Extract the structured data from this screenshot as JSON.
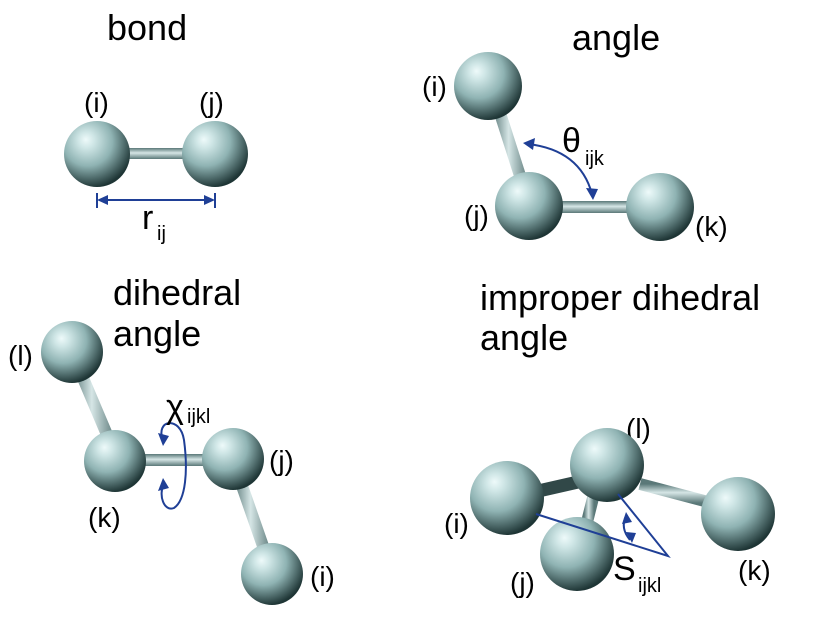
{
  "panels": {
    "bond": {
      "title": "bond",
      "atom_i": "(i)",
      "atom_j": "(j)",
      "symbol": "r",
      "subscript": "ij"
    },
    "angle": {
      "title": "angle",
      "atom_i": "(i)",
      "atom_j": "(j)",
      "atom_k": "(k)",
      "symbol": "θ",
      "subscript": "ijk"
    },
    "dihedral": {
      "title_line1": "dihedral",
      "title_line2": "angle",
      "atom_l": "(l)",
      "atom_k": "(k)",
      "atom_j": "(j)",
      "atom_i": "(i)",
      "symbol": "χ",
      "subscript": "ijkl"
    },
    "improper": {
      "title_line1": "improper dihedral",
      "title_line2": "angle",
      "atom_l": "(l)",
      "atom_i": "(i)",
      "atom_j": "(j)",
      "atom_k": "(k)",
      "symbol": "S",
      "subscript": "ijkl"
    }
  },
  "colors": {
    "atom_light": "#eefafa",
    "atom_mid": "#8fb3b3",
    "atom_dark": "#1e3535",
    "bond_light": "#d6e6e6",
    "bond_dark": "#5a7878",
    "arrow": "#1f3f96"
  }
}
